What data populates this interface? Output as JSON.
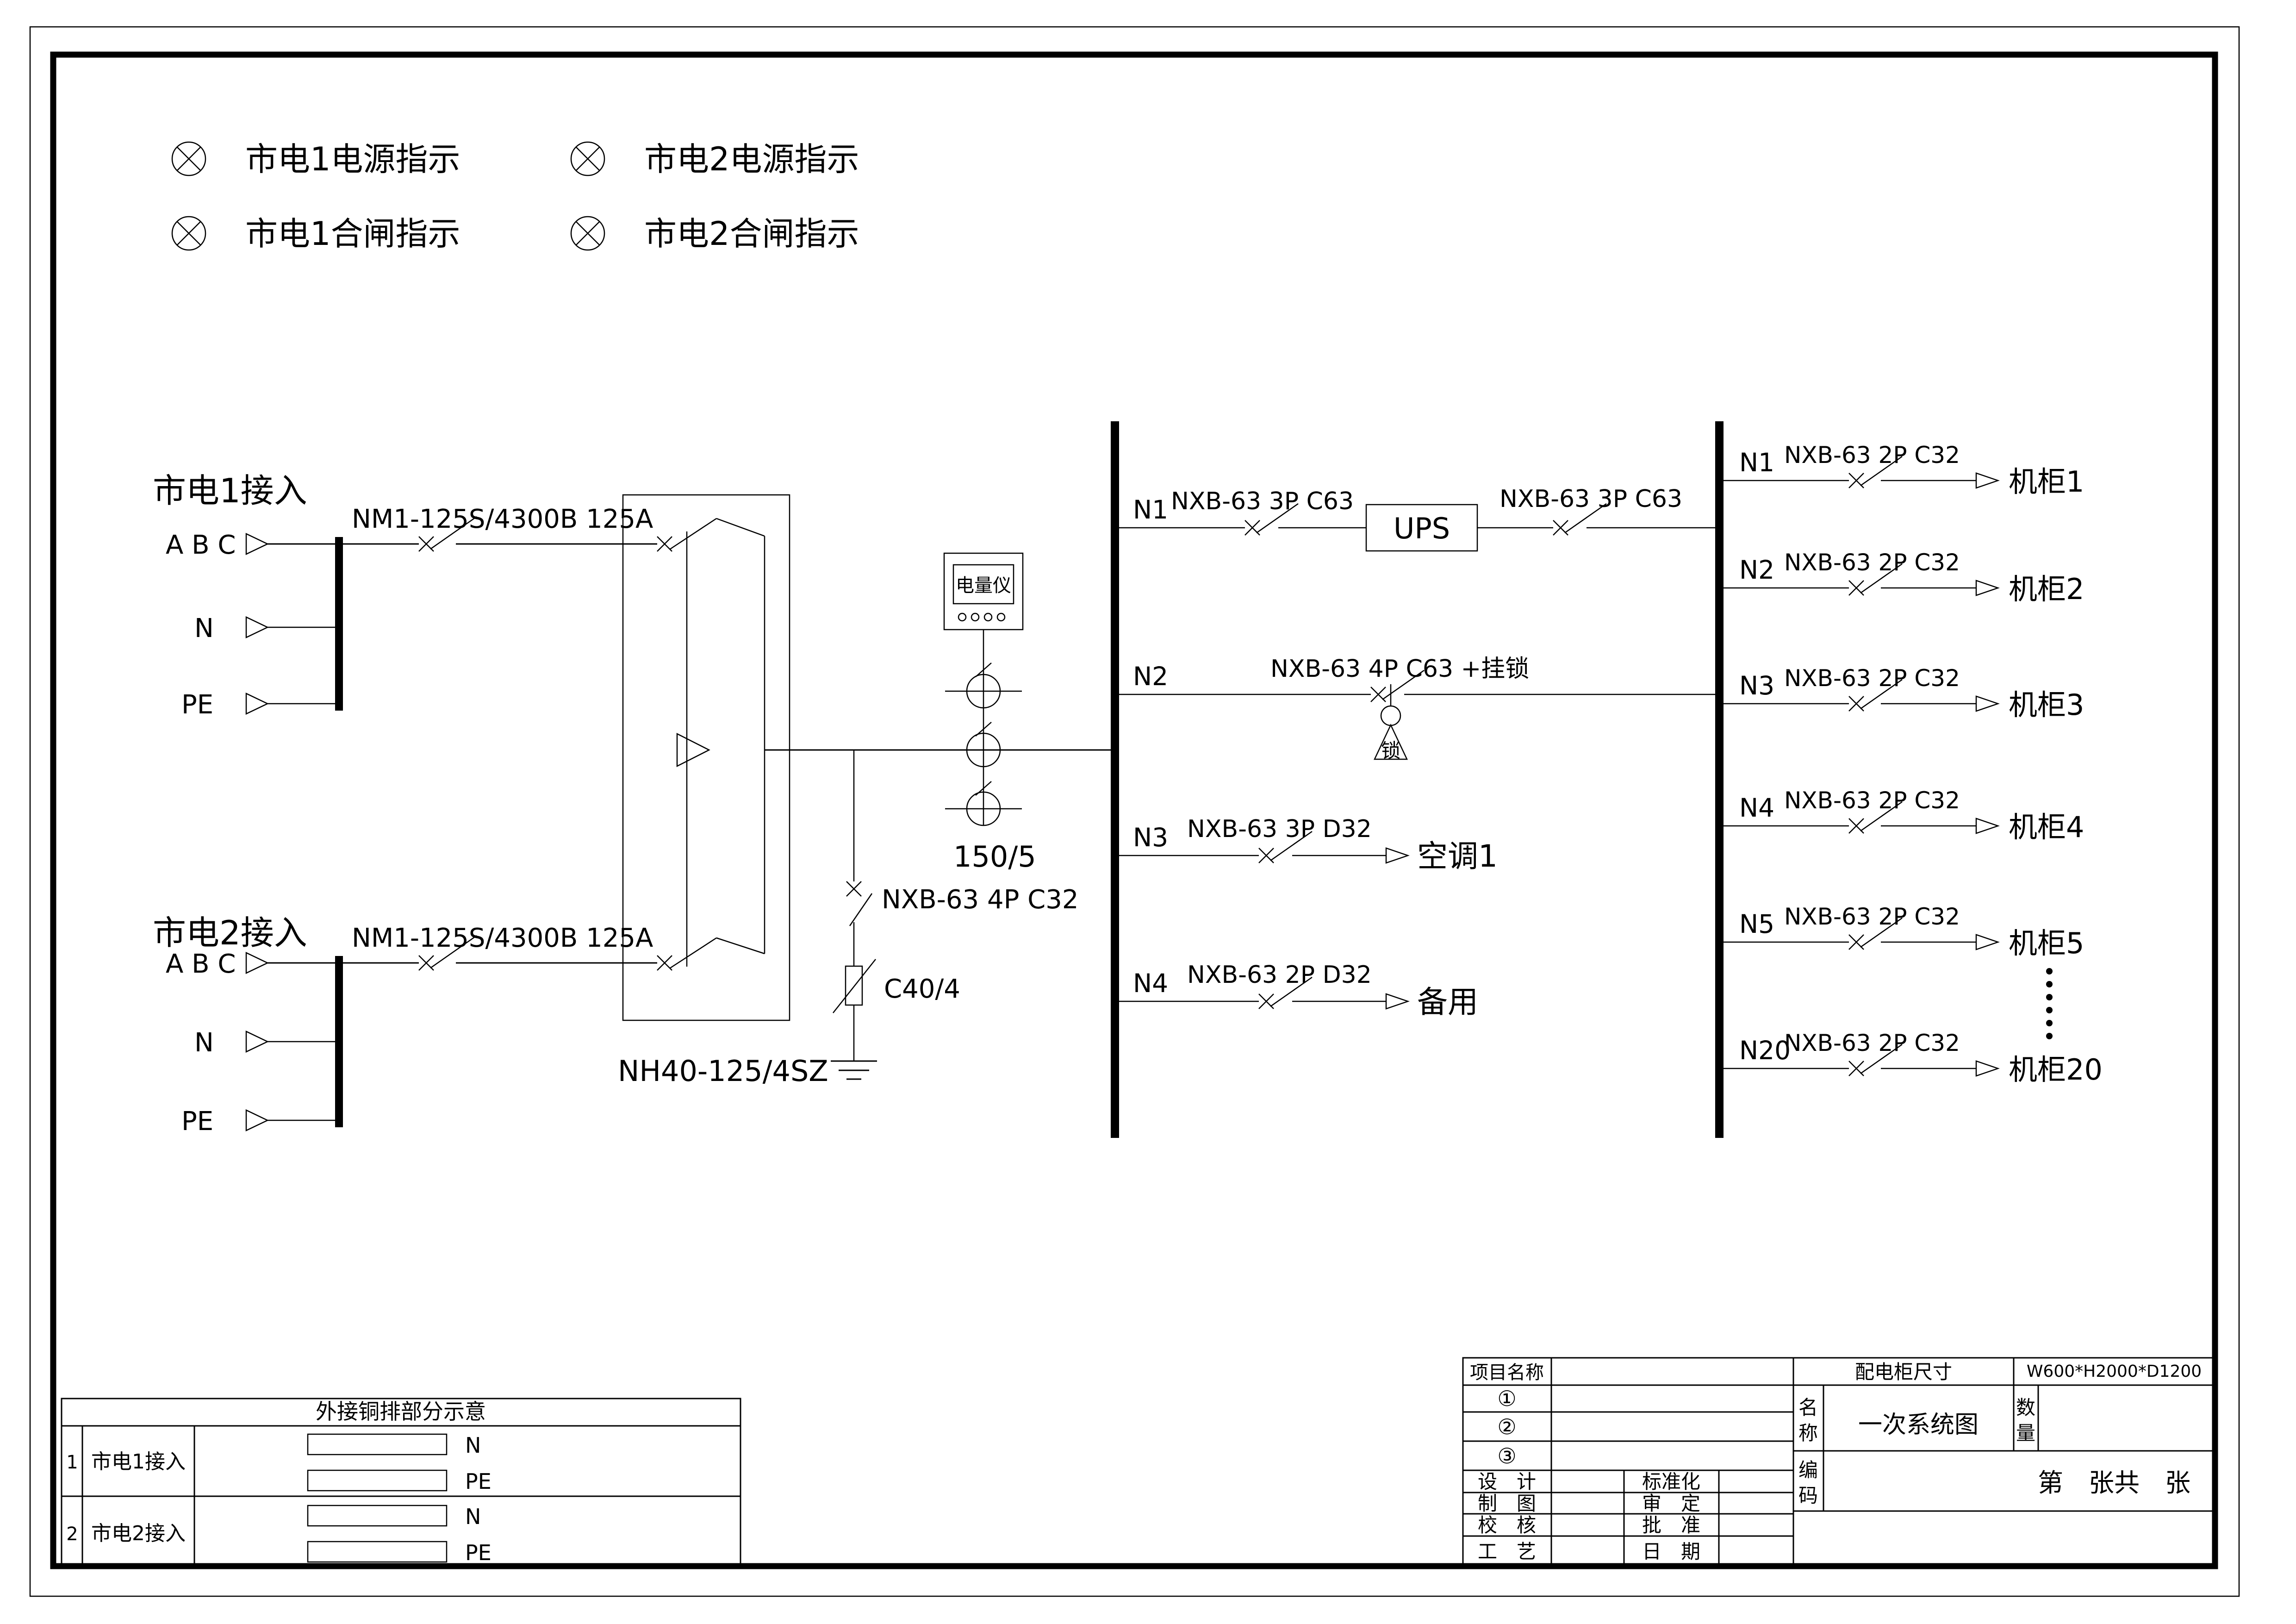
{
  "legend": {
    "items": [
      {
        "label": "市电1电源指示"
      },
      {
        "label": "市电2电源指示"
      },
      {
        "label": "市电1合闸指示"
      },
      {
        "label": "市电2合闸指示"
      }
    ]
  },
  "incomers": [
    {
      "title": "市电1接入",
      "phases": "A B C",
      "neutral": "N",
      "pe": "PE",
      "breaker": "NM1-125S/4300B 125A"
    },
    {
      "title": "市电2接入",
      "phases": "A B C",
      "neutral": "N",
      "pe": "PE",
      "breaker": "NM1-125S/4300B 125A"
    }
  ],
  "ats": {
    "model": "NH40-125/4SZ"
  },
  "meter": {
    "label": "电量仪",
    "ct_ratio": "150/5"
  },
  "spd": {
    "breaker": "NXB-63 4P C32",
    "model": "C40/4"
  },
  "bus1_feeders": {
    "n1": {
      "id": "N1",
      "breaker_in": "NXB-63 3P C63",
      "device": "UPS",
      "breaker_out": "NXB-63 3P C63"
    },
    "n2": {
      "id": "N2",
      "breaker": "NXB-63 4P C63 +挂锁",
      "lock_label": "锁"
    },
    "n3": {
      "id": "N3",
      "breaker": "NXB-63 3P D32",
      "load": "空调1"
    },
    "n4": {
      "id": "N4",
      "breaker": "NXB-63 2P D32",
      "load": "备用"
    }
  },
  "bus2_feeders": [
    {
      "id": "N1",
      "breaker": "NXB-63 2P C32",
      "load": "机柜1"
    },
    {
      "id": "N2",
      "breaker": "NXB-63 2P C32",
      "load": "机柜2"
    },
    {
      "id": "N3",
      "breaker": "NXB-63 2P C32",
      "load": "机柜3"
    },
    {
      "id": "N4",
      "breaker": "NXB-63 2P C32",
      "load": "机柜4"
    },
    {
      "id": "N5",
      "breaker": "NXB-63 2P C32",
      "load": "机柜5"
    },
    {
      "id": "N20",
      "breaker": "NXB-63 2P C32",
      "load": "机柜20"
    }
  ],
  "copper_table": {
    "title": "外接铜排部分示意",
    "rows": [
      {
        "no": "1",
        "label": "市电1接入",
        "bar1": "N",
        "bar2": "PE"
      },
      {
        "no": "2",
        "label": "市电2接入",
        "bar1": "N",
        "bar2": "PE"
      }
    ]
  },
  "title_block": {
    "project_label": "项目名称",
    "circled": [
      "①",
      "②",
      "③"
    ],
    "sign_left": [
      "设　计",
      "制　图",
      "校　核",
      "工　艺"
    ],
    "sign_right": [
      "标准化",
      "审　定",
      "批　准",
      "日　期"
    ],
    "cabinet_size_label": "配电柜尺寸",
    "cabinet_size": "W600*H2000*D1200",
    "name_chars": [
      "名",
      "称"
    ],
    "name_value": "一次系统图",
    "qty_chars": [
      "数",
      "量"
    ],
    "code_chars": [
      "编",
      "码"
    ],
    "sheet_text": "第　张共　张"
  }
}
